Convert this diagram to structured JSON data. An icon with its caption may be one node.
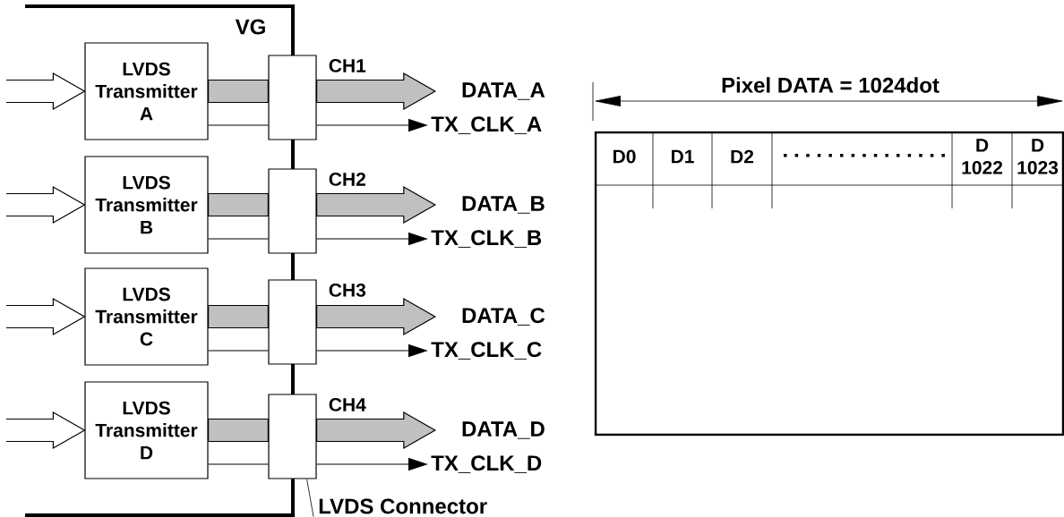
{
  "diagram": {
    "nodes": [
      {
        "text": [
          "LVDS Transmitter A"
        ]
      },
      {
        "text": [
          "LVDS Transmitter B"
        ]
      },
      {
        "text": [
          "LVDS Transmitter C"
        ]
      },
      {
        "text": [
          "LVDS Transmitter D"
        ]
      },
      {
        "text": [],
        "shape": "box",
        "beside": [
          "CH1"
        ]
      },
      {
        "text": [],
        "shape": "box",
        "beside": [
          "CH2"
        ]
      },
      {
        "text": [],
        "shape": "box",
        "beside": [
          "CH3"
        ]
      },
      {
        "text": [],
        "shape": "box",
        "beside": [
          "CH4"
        ]
      },
      {
        "text": [
          "DATA_A"
        ]
      },
      {
        "text": [
          "DATA_B"
        ]
      },
      {
        "text": [
          "DATA_C"
        ]
      },
      {
        "text": [
          "DATA_D"
        ]
      },
      {
        "text": [
          "TX_CLK_A"
        ]
      },
      {
        "text": [
          "TX_CLK_B"
        ]
      },
      {
        "text": [
          "TX_CLK_C"
        ]
      },
      {
        "text": [
          "TX_CLK_D"
        ]
      },
      {
        "text": [
          "LVDS Connector"
        ]
      }
    ],
    "edges": [
      {
        "from": null,
        "to": 0,
        "arrow": "to",
        "style": "thick"
      },
      {
        "from": 0,
        "to": 4,
        "arrow": "none",
        "style": "thick",
        "color": "#c0c0c0"
      },
      {
        "from": 0,
        "to": 4,
        "arrow": "none"
      },
      {
        "from": 4,
        "to": 8,
        "arrow": "to",
        "style": "thick",
        "color": "#c0c0c0"
      },
      {
        "from": 4,
        "to": 12,
        "arrow": "to"
      },
      {
        "from": null,
        "to": 1,
        "arrow": "to",
        "style": "thick"
      },
      {
        "from": 1,
        "to": 5,
        "arrow": "none",
        "style": "thick",
        "color": "#c0c0c0"
      },
      {
        "from": 1,
        "to": 5,
        "arrow": "none"
      },
      {
        "from": 5,
        "to": 9,
        "arrow": "to",
        "style": "thick",
        "color": "#c0c0c0"
      },
      {
        "from": 5,
        "to": 13,
        "arrow": "to"
      },
      {
        "from": null,
        "to": 2,
        "arrow": "to",
        "style": "thick"
      },
      {
        "from": 2,
        "to": 6,
        "arrow": "none",
        "style": "thick",
        "color": "#c0c0c0"
      },
      {
        "from": 2,
        "to": 6,
        "arrow": "none"
      },
      {
        "from": 6,
        "to": 10,
        "arrow": "to",
        "style": "thick",
        "color": "#c0c0c0"
      },
      {
        "from": 6,
        "to": 14,
        "arrow": "to"
      },
      {
        "from": null,
        "to": 3,
        "arrow": "to",
        "style": "thick"
      },
      {
        "from": 3,
        "to": 7,
        "arrow": "none",
        "style": "thick",
        "color": "#c0c0c0"
      },
      {
        "from": 3,
        "to": 7,
        "arrow": "none"
      },
      {
        "from": 7,
        "to": 11,
        "arrow": "to",
        "style": "thick",
        "color": "#c0c0c0"
      },
      {
        "from": 7,
        "to": 15,
        "arrow": "to"
      },
      {
        "from": 16,
        "to": 7,
        "arrow": "none"
      }
    ],
    "labels": [
      "VG",
      "Pixel DATA = 1024dot",
      "D0",
      "D1",
      "D2",
      "D 1022",
      "D 1023"
    ]
  }
}
